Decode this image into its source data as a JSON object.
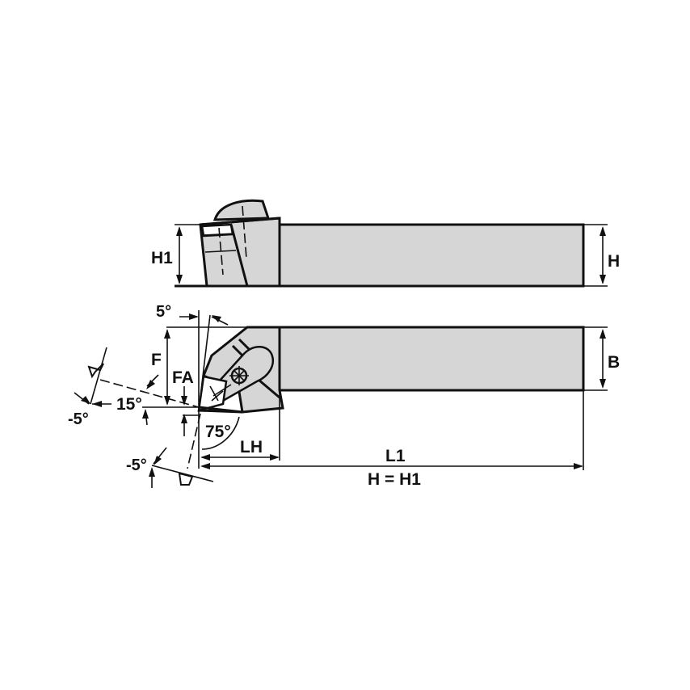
{
  "diagram": {
    "type": "turning tool holder technical drawing",
    "colors": {
      "body_fill": "#d6d6d6",
      "line": "#111111",
      "background": "#ffffff"
    },
    "side_view": {
      "labels": {
        "height_left": "H1",
        "height_right": "H"
      }
    },
    "top_view": {
      "labels": {
        "width": "B",
        "angle_top": "5°",
        "dim_f": "F",
        "dim_fa": "FA",
        "angle_15": "15°",
        "angle_neg5_left": "-5°",
        "angle_neg5_bottom": "-5°",
        "angle_75": "75°",
        "head_length": "LH",
        "total_length": "L1",
        "note": "H = H1"
      }
    }
  }
}
